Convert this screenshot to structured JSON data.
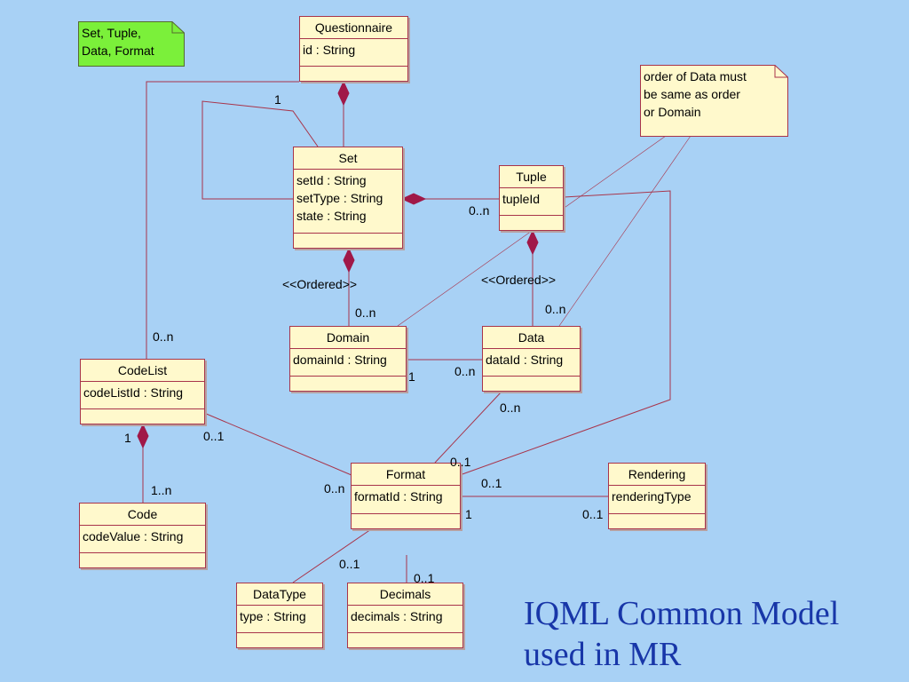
{
  "title": {
    "line1": "IQML Common Model",
    "line2": "used in MR"
  },
  "notes": {
    "types": {
      "lines": [
        "Set, Tuple,",
        "Data, Format"
      ],
      "color": "#7bf03a"
    },
    "order": {
      "lines": [
        "order of Data must",
        "be same as order",
        "or Domain"
      ],
      "color": "#fff9cc"
    }
  },
  "classes": {
    "questionnaire": {
      "name": "Questionnaire",
      "attrs": [
        "id : String"
      ]
    },
    "set": {
      "name": "Set",
      "attrs": [
        "setId : String",
        "setType : String",
        "state : String"
      ]
    },
    "tuple": {
      "name": "Tuple",
      "attrs": [
        "tupleId"
      ]
    },
    "domain": {
      "name": "Domain",
      "attrs": [
        "domainId : String"
      ]
    },
    "data": {
      "name": "Data",
      "attrs": [
        "dataId : String"
      ]
    },
    "codelist": {
      "name": "CodeList",
      "attrs": [
        "codeListId : String"
      ]
    },
    "code": {
      "name": "Code",
      "attrs": [
        "codeValue : String"
      ]
    },
    "format": {
      "name": "Format",
      "attrs": [
        "formatId : String"
      ]
    },
    "rendering": {
      "name": "Rendering",
      "attrs": [
        "renderingType"
      ]
    },
    "datatype": {
      "name": "DataType",
      "attrs": [
        "type : String"
      ]
    },
    "decimals": {
      "name": "Decimals",
      "attrs": [
        "decimals : String"
      ]
    }
  },
  "labels": {
    "set_self": "1",
    "set_tuple": "0..n",
    "set_domain_stereo": "<<Ordered>>",
    "tuple_data_stereo": "<<Ordered>>",
    "domain_mult": "0..n",
    "data_mult": "0..n",
    "codelist_mult": "0..n",
    "domain_data_1": "1",
    "domain_data_n": "0..n",
    "data_format_n": "0..n",
    "codelist_code_1": "1",
    "codelist_format_1": "0..1",
    "code_mult": "1..n",
    "format_data_1": "0..1",
    "format_codelist_n": "0..n",
    "format_rendering_1": "0..1",
    "format_rendering_one": "1",
    "rendering_mult": "0..1",
    "datatype_mult": "0..1",
    "decimals_mult": "0..1"
  },
  "colors": {
    "background": "#a8d1f5",
    "line": "#a8344a",
    "diamond": "#a01848",
    "class_fill": "#fff9cc"
  }
}
